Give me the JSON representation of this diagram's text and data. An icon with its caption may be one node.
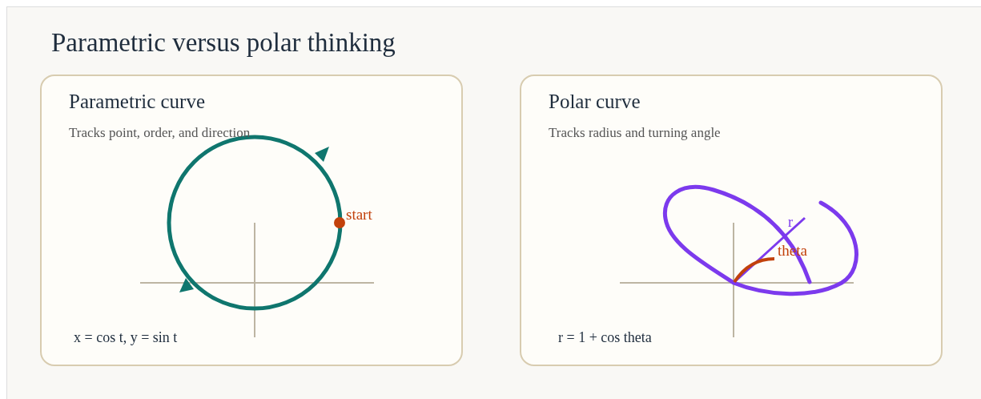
{
  "diagram": {
    "title": "Parametric versus polar thinking",
    "nodes": [
      {
        "text": [
          "Parametric curve",
          "Tracks point, order, and direction"
        ]
      },
      {
        "text": [
          "Polar curve",
          "Tracks radius and turning angle"
        ]
      }
    ],
    "labels": [
      "start",
      "x = cos t, y = sin t",
      "r",
      "theta",
      "r = 1 + cos theta"
    ]
  }
}
